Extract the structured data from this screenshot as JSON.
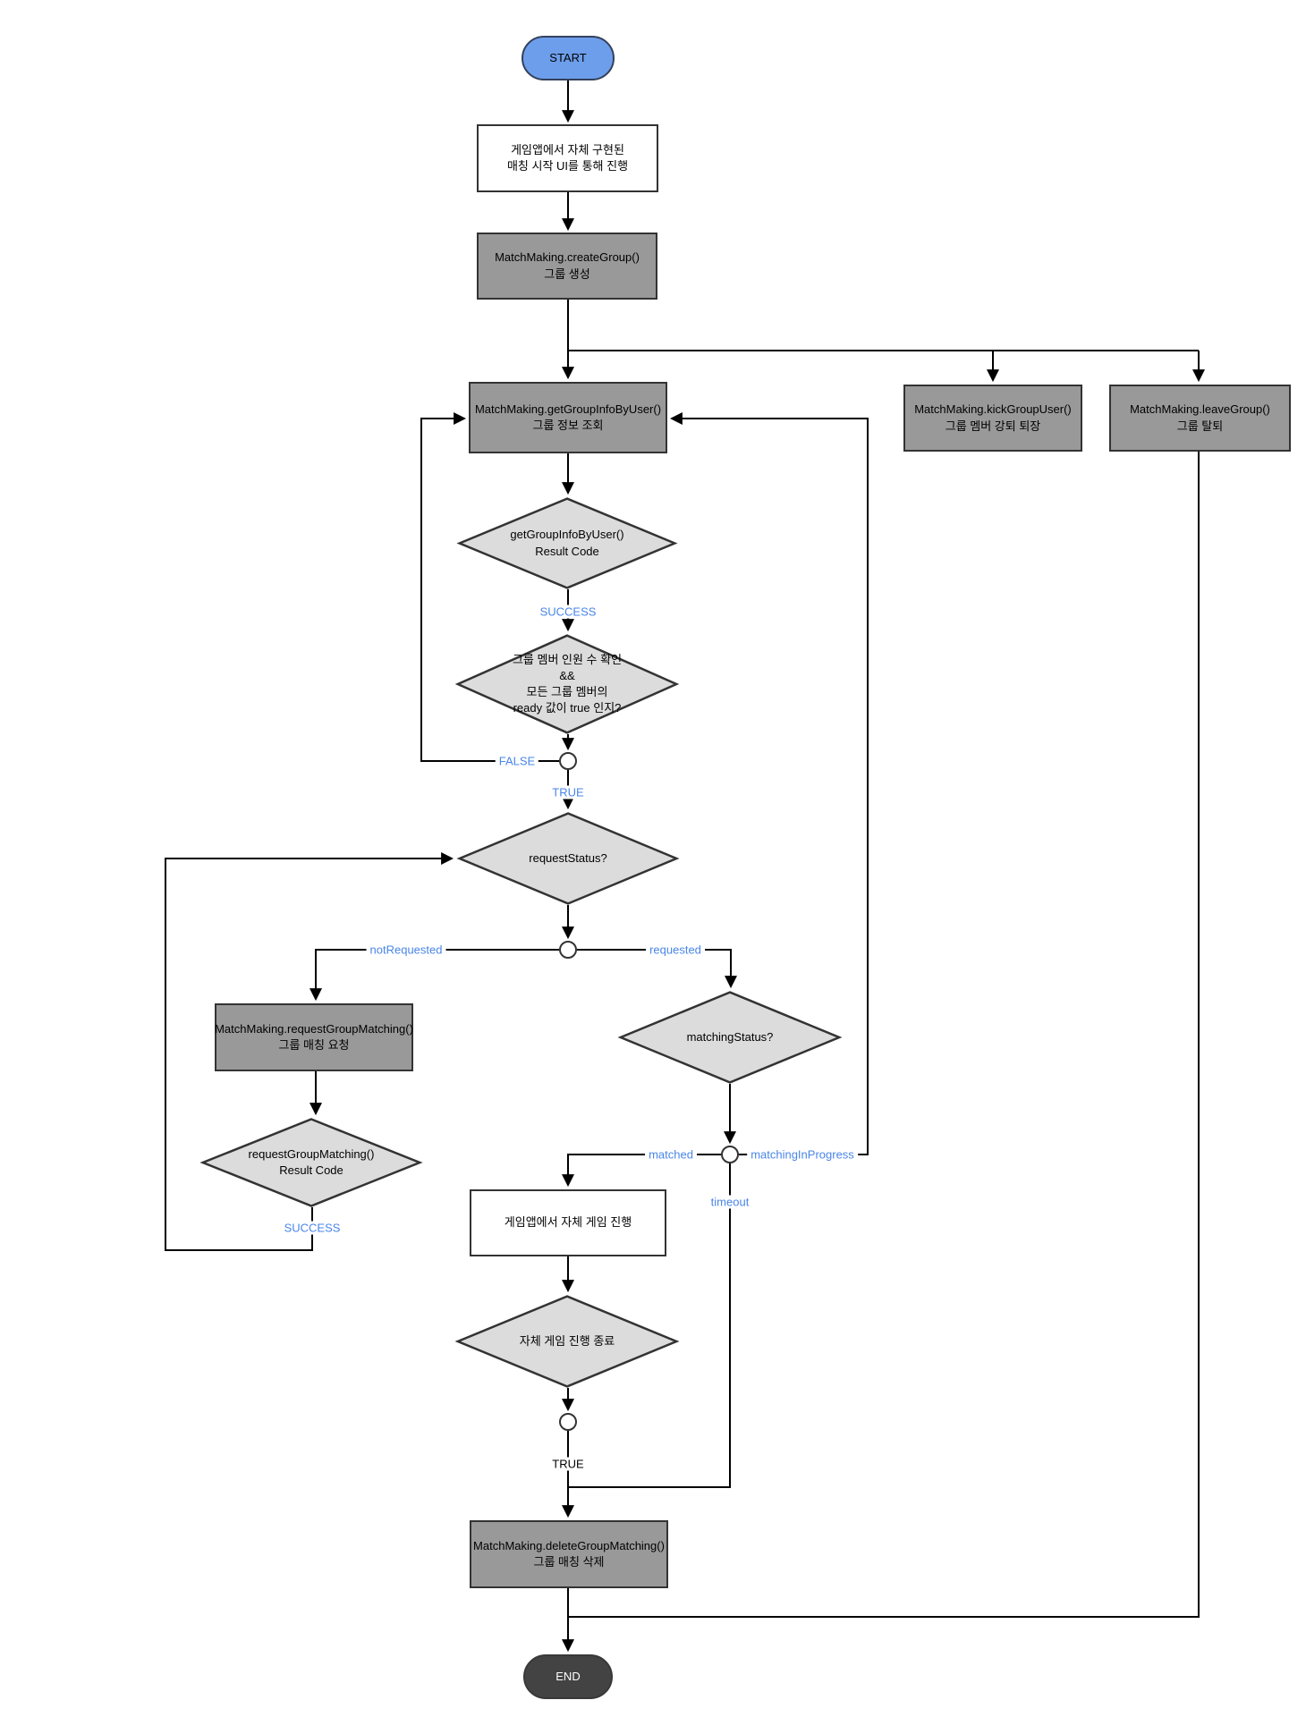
{
  "colors": {
    "start_fill": "#6d9eeb",
    "start_border": "#33415c",
    "end_fill": "#434343",
    "end_border": "#383838",
    "end_text": "#ffffff",
    "gray_fill": "#999999",
    "white_fill": "#ffffff",
    "decision_fill": "#dcdcdc",
    "node_border": "#333333",
    "line_color": "#000000",
    "label_blue": "#4a86e8"
  },
  "nodes": {
    "start": "START",
    "matching_ui": "게임앱에서 자체 구현된\n매칭 시작 UI를 통해 진행",
    "create_group": "MatchMaking.createGroup()\n그룹 생성",
    "get_group_info": "MatchMaking.getGroupInfoByUser()\n그룹 정보 조회",
    "kick_group_user": "MatchMaking.kickGroupUser()\n그룹 멤버 강퇴 퇴장",
    "leave_group": "MatchMaking.leaveGroup()\n그룹 탈퇴",
    "get_group_info_result": "getGroupInfoByUser()\nResult Code",
    "member_ready_check": "그룹 멤버 인원 수 확인\n&&\n모든 그룹 멤버의\nready 값이 true 인지?",
    "request_status": "requestStatus?",
    "request_group_matching": "MatchMaking.requestGroupMatching()\n그룹 매칭 요청",
    "request_group_matching_result": "requestGroupMatching()\nResult Code",
    "matching_status": "matchingStatus?",
    "game_play": "게임앱에서 자체 게임 진행",
    "game_end_check": "자체 게임 진행 종료",
    "delete_group_matching": "MatchMaking.deleteGroupMatching()\n그룹 매칭 삭제",
    "end": "END"
  },
  "edge_labels": {
    "get_info_success": "SUCCESS",
    "ready_false": "FALSE",
    "ready_true": "TRUE",
    "not_requested": "notRequested",
    "requested": "requested",
    "request_success": "SUCCESS",
    "matched": "matched",
    "matching_in_progress": "matchingInProgress",
    "timeout": "timeout",
    "game_end_true": "TRUE"
  }
}
